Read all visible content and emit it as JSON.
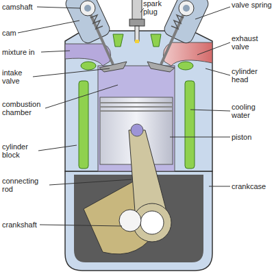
{
  "diagram": {
    "labels": [
      "camshaft",
      "spark plug",
      "valve spring",
      "cam",
      "exhaust valve",
      "mixture in",
      "intake valve",
      "cylinder head",
      "combustion chamber",
      "cooling water",
      "piston",
      "cylinder block",
      "connecting rod",
      "crankcase",
      "crankshaft"
    ]
  }
}
